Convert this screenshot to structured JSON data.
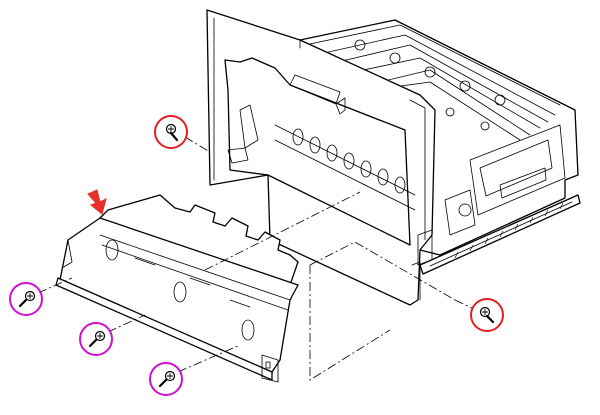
{
  "figure": {
    "colors": {
      "line": "#000000",
      "background": "#ffffff",
      "arrow": "#e8302a",
      "callout_red": "#e02020",
      "callout_magenta": "#d010d0"
    },
    "icons": {
      "arrow": "red-arrow-icon",
      "screw": "screw-icon"
    },
    "callouts": [
      {
        "id": "screw-upper-left-red",
        "color": "#e02020"
      },
      {
        "id": "screw-lower-right-red",
        "color": "#e02020"
      },
      {
        "id": "screw-left-magenta",
        "color": "#d010d0"
      },
      {
        "id": "screw-middle-magenta",
        "color": "#d010d0"
      },
      {
        "id": "screw-bottom-magenta",
        "color": "#d010d0"
      }
    ]
  }
}
